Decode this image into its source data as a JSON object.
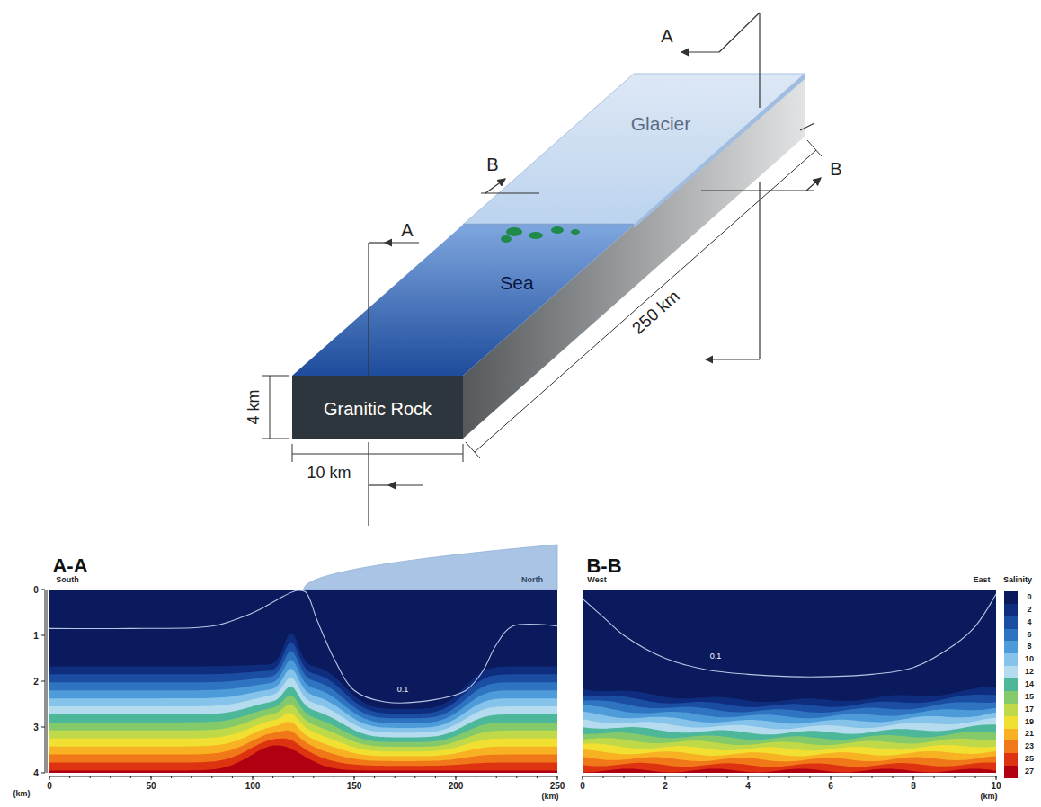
{
  "diagram": {
    "labels": [
      "A",
      "B",
      "B",
      "Glacier",
      "A",
      "Sea",
      "250 km",
      "4 km",
      "Granitic Rock",
      "10 km",
      "A-A",
      "South",
      "North",
      "0.1",
      "0",
      "1",
      "2",
      "3",
      "4",
      "(km)",
      "0",
      "50",
      "100",
      "150",
      "200",
      "250",
      "(km)",
      "B-B",
      "West",
      "East",
      "0.1",
      "0",
      "2",
      "4",
      "6",
      "8",
      "10",
      "(km)",
      "Salinity"
    ],
    "legend": [
      {
        "text": "0",
        "color": "#0a1a5c"
      },
      {
        "text": "2",
        "color": "#0f2d7e"
      },
      {
        "text": "4",
        "color": "#1b4ea2"
      },
      {
        "text": "6",
        "color": "#2f74c0"
      },
      {
        "text": "8",
        "color": "#4d9bd8"
      },
      {
        "text": "10",
        "color": "#86c3ea"
      },
      {
        "text": "12",
        "color": "#b4dcee"
      },
      {
        "text": "14",
        "color": "#4db79a"
      },
      {
        "text": "15",
        "color": "#84c96a"
      },
      {
        "text": "17",
        "color": "#c0d948"
      },
      {
        "text": "19",
        "color": "#f1df31"
      },
      {
        "text": "21",
        "color": "#f8b122"
      },
      {
        "text": "23",
        "color": "#f07819"
      },
      {
        "text": "25",
        "color": "#de3311"
      },
      {
        "text": "27",
        "color": "#b00012"
      }
    ]
  }
}
